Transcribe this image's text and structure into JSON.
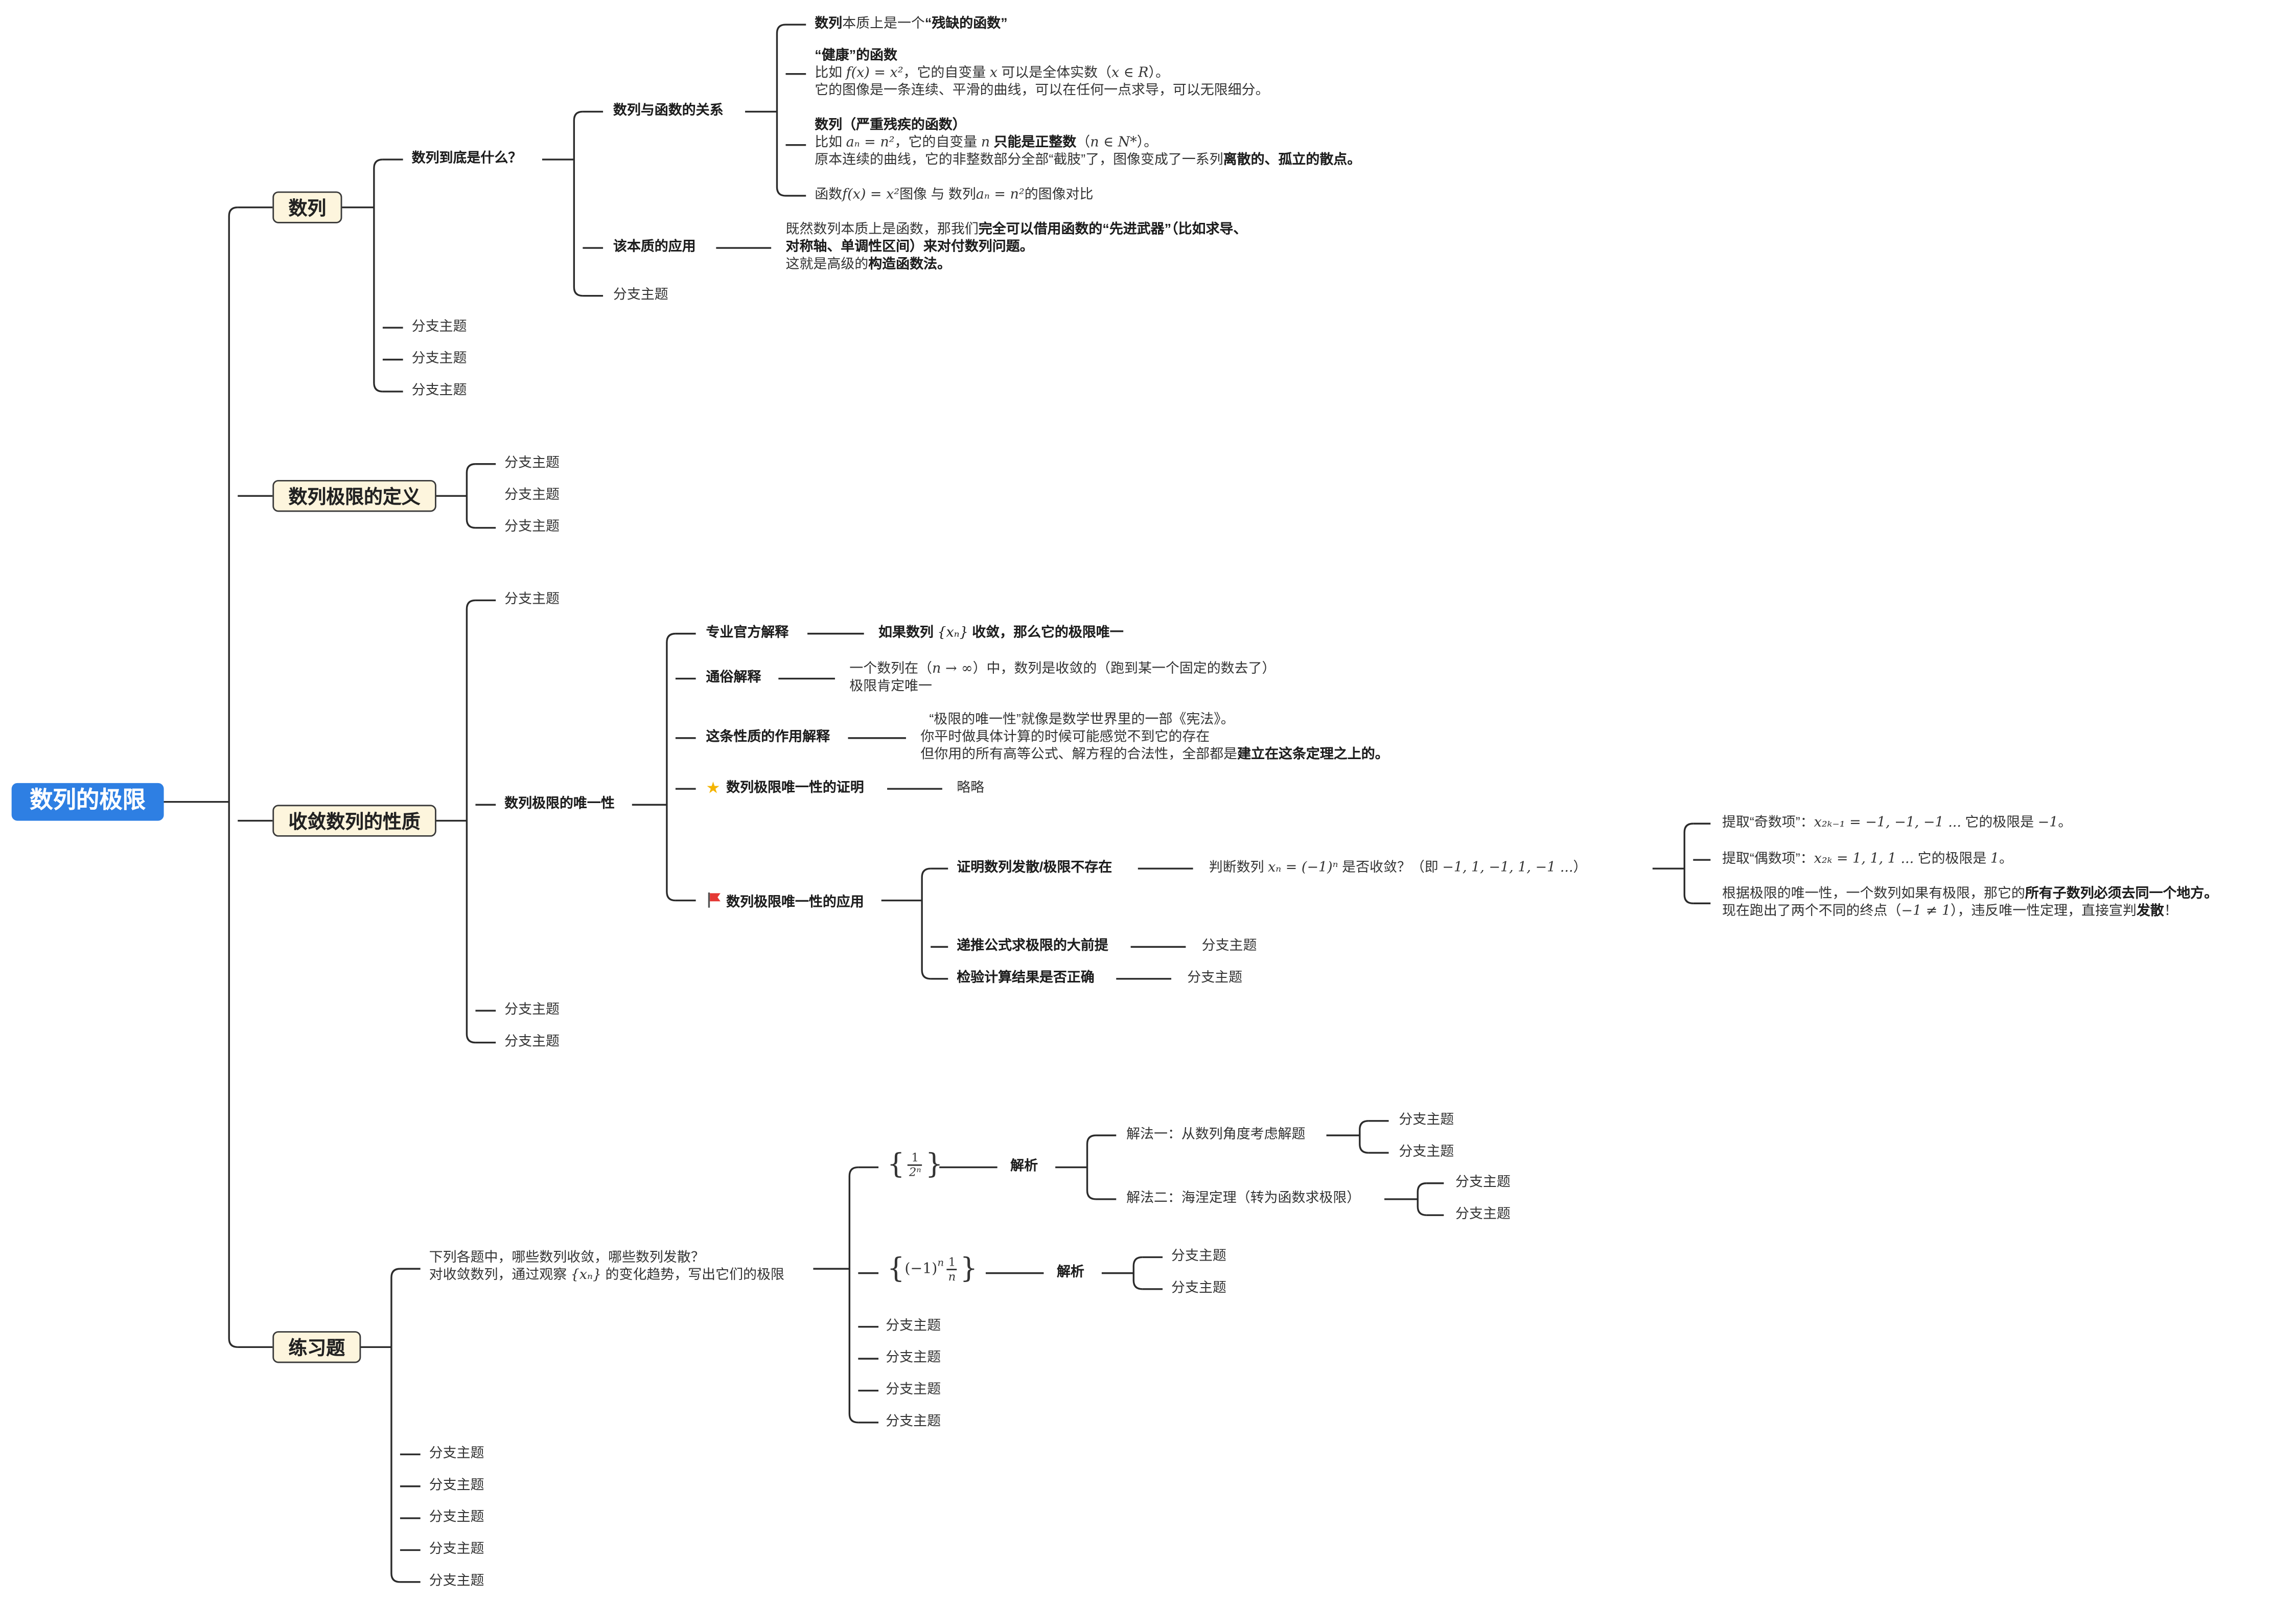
{
  "root": {
    "label": "数列的极限"
  },
  "placeholder": "分支主题",
  "n1": {
    "title": "数列",
    "q": "数列到底是什么？",
    "rel": {
      "label": "数列与函数的关系",
      "l1_a": "数列",
      "l1_b": "本质上是一个",
      "l1_c": "“残缺的函数”",
      "healthy_title": "“健康”的函数",
      "h1_a": "比如 ",
      "h1_m": "f(x) = x²",
      "h1_b": "，它的自变量 ",
      "h1_x": "x",
      "h1_c": " 可以是全体实数（",
      "h1_m2": "x ∈ R",
      "h1_d": "）。",
      "h2": "它的图像是一条连续、平滑的曲线，可以在任何一点求导，可以无限细分。",
      "seq_title": "数列（严重残疾的函数）",
      "s1_a": "比如 ",
      "s1_m": "aₙ = n²",
      "s1_b": "，它的自变量 ",
      "s1_n": "n",
      "s1_c": " 只能是正整数",
      "s1_d": "（",
      "s1_m2": "n ∈ N*",
      "s1_e": "）。",
      "s2_a": "原本连续的曲线，它的非整数部分全部“截肢”了，图像变成了一系列",
      "s2_b": "离散的、孤立的散点。",
      "cmp_a": "函数",
      "cmp_m1": "f(x) = x²",
      "cmp_b": "图像 与 数列",
      "cmp_m2": "aₙ = n²",
      "cmp_c": "的图像对比"
    },
    "app": {
      "label": "该本质的应用",
      "a1_a": "既然数列本质上是函数，那我们",
      "a1_b": "完全可以借用函数的“先进武器”（比如求导、",
      "a2": "对称轴、单调性区间）来对付数列问题。",
      "a3_a": "这就是高级的",
      "a3_b": "构造函数法。"
    }
  },
  "n2": {
    "title": "数列极限的定义"
  },
  "n3": {
    "title": "收敛数列的性质",
    "uniq": "数列极限的唯一性",
    "official": {
      "label": "专业官方解释",
      "text_a": "如果数列 ",
      "text_m": "{xₙ}",
      "text_b": " 收敛，那么它的极限唯一"
    },
    "popular": {
      "label": "通俗解释",
      "l1_a": "一个数列在（",
      "l1_m": "n → ∞",
      "l1_b": "）中，数列是收敛的（跑到某一个固定的数去了）",
      "l2": "极限肯定唯一"
    },
    "role": {
      "label": "这条性质的作用解释",
      "l1": "“极限的唯一性”就像是数学世界里的一部《宪法》。",
      "l2": "你平时做具体计算的时候可能感觉不到它的存在",
      "l3_a": "但你用的所有高等公式、解方程的合法性，全部都是",
      "l3_b": "建立在这条定理之上的。"
    },
    "proof": {
      "label": "数列极限唯一性的证明",
      "text": "略略"
    },
    "usage": {
      "label": "数列极限唯一性的应用",
      "diverge": "证明数列发散/极限不存在",
      "judge_a": "判断数列 ",
      "judge_m": "xₙ = (−1)ⁿ",
      "judge_b": " 是否收敛？（即 ",
      "judge_m2": "−1, 1, −1, 1, −1 ...",
      "judge_c": "）",
      "odd_a": "提取“奇数项”：",
      "odd_m": "x₂ₖ₋₁ = −1, −1, −1 ...",
      "odd_b": " 它的极限是 ",
      "odd_m2": "−1",
      "odd_c": "。",
      "even_a": "提取“偶数项”：",
      "even_m": "x₂ₖ = 1, 1, 1 ...",
      "even_b": " 它的极限是 ",
      "even_m2": "1",
      "even_c": "。",
      "c1_a": "根据极限的唯一性，一个数列如果有极限，那它的",
      "c1_b": "所有子数列必须去同一个地方。",
      "c2_a": "现在跑出了两个不同的终点（",
      "c2_m": "−1 ≠ 1",
      "c2_b": "），违反唯一性定理，直接宣判",
      "c2_c": "发散",
      "c2_d": "！",
      "recur": "递推公式求极限的大前提",
      "check": "检验计算结果是否正确"
    }
  },
  "n4": {
    "title": "练习题",
    "q1": "下列各题中，哪些数列收敛，哪些数列发散？",
    "q2_a": "对收敛数列，通过观察 ",
    "q2_m": "{xₙ}",
    "q2_b": " 的变化趋势，写出它们的极限",
    "e1_num": "1",
    "e1_den": "2ⁿ",
    "e2_a": "(−1)",
    "e2_sup": "n",
    "e2_num": "1",
    "e2_den": "n",
    "analysis": "解析",
    "m1": "解法一：从数列角度考虑解题",
    "m2": "解法二：海涅定理（转为函数求极限）"
  }
}
